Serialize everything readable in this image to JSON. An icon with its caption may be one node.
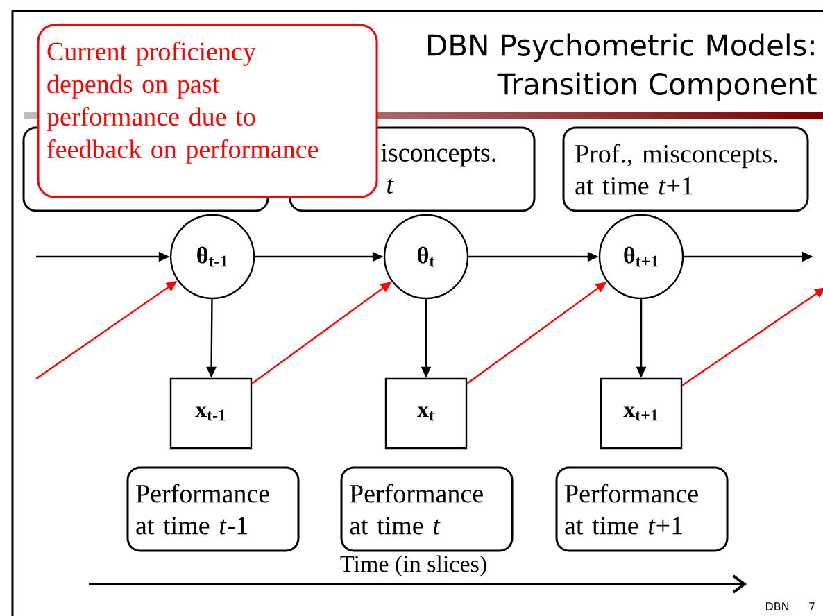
{
  "diagram": {
    "title": "DBN Psychometric Models: Transition Component",
    "nodes": [
      {
        "text": [
          "Current proficiency depends on past performance due to feedback on performance"
        ]
      },
      {
        "text": [],
        "shape": "box"
      },
      {
        "text": [
          "isconcepts.",
          "*t*"
        ]
      },
      {
        "text": [
          "Prof., misconcepts. at time *t*+1"
        ]
      },
      {
        "text": [
          "θ$_{t-1}$"
        ]
      },
      {
        "text": [
          "θ$_{t}$"
        ]
      },
      {
        "text": [
          "θ$_{t+1}$"
        ]
      },
      {
        "text": [
          "x$_{t-1}$"
        ]
      },
      {
        "text": [
          "x$_{t}$"
        ]
      },
      {
        "text": [
          "x$_{t+1}$"
        ]
      },
      {
        "text": [
          "Performance at time *t*-1"
        ]
      },
      {
        "text": [
          "Performance at time *t*"
        ]
      },
      {
        "text": [
          "Performance at time *t*+1"
        ]
      }
    ],
    "edges": [
      {
        "from": null,
        "to": 4,
        "arrow": "to"
      },
      {
        "from": 4,
        "to": 5,
        "arrow": "to"
      },
      {
        "from": 5,
        "to": 6,
        "arrow": "to"
      },
      {
        "from": 6,
        "to": null,
        "arrow": "to"
      },
      {
        "from": 4,
        "to": 7,
        "arrow": "to"
      },
      {
        "from": 5,
        "to": 8,
        "arrow": "to"
      },
      {
        "from": 6,
        "to": 9,
        "arrow": "to"
      },
      {
        "from": null,
        "to": 4,
        "arrow": "to",
        "color": "#ff0000"
      },
      {
        "from": 7,
        "to": 5,
        "arrow": "to",
        "color": "#ff0000"
      },
      {
        "from": 8,
        "to": 6,
        "arrow": "to",
        "color": "#ff0000"
      },
      {
        "from": 9,
        "to": null,
        "arrow": "to",
        "color": "#ff0000"
      }
    ],
    "labels": [
      "Time (in slices)",
      "DBN",
      "7"
    ]
  }
}
